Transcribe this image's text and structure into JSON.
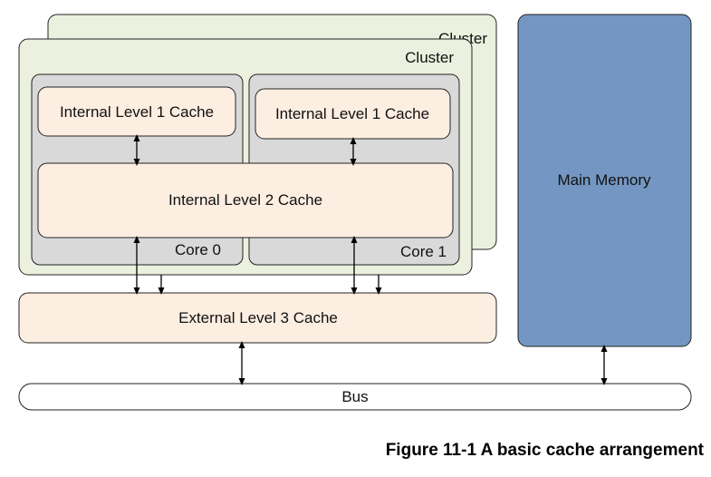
{
  "diagram": {
    "cluster_back_label": "Cluster",
    "cluster_front_label": "Cluster",
    "core0": {
      "label": "Core 0",
      "l1_label": "Internal Level 1 Cache"
    },
    "core1": {
      "label": "Core 1",
      "l1_label": "Internal Level 1 Cache"
    },
    "l2_label": "Internal Level 2 Cache",
    "l3_label": "External Level 3 Cache",
    "main_memory_label": "Main Memory",
    "bus_label": "Bus"
  },
  "caption": "Figure 11-1 A basic cache arrangement",
  "colors": {
    "cluster_fill": "#ebf1de",
    "core_fill": "#d9d9d9",
    "cache_fill": "#fdeee2",
    "main_memory_fill": "#7397c2",
    "bus_fill": "#ffffff",
    "stroke": "#222222"
  }
}
